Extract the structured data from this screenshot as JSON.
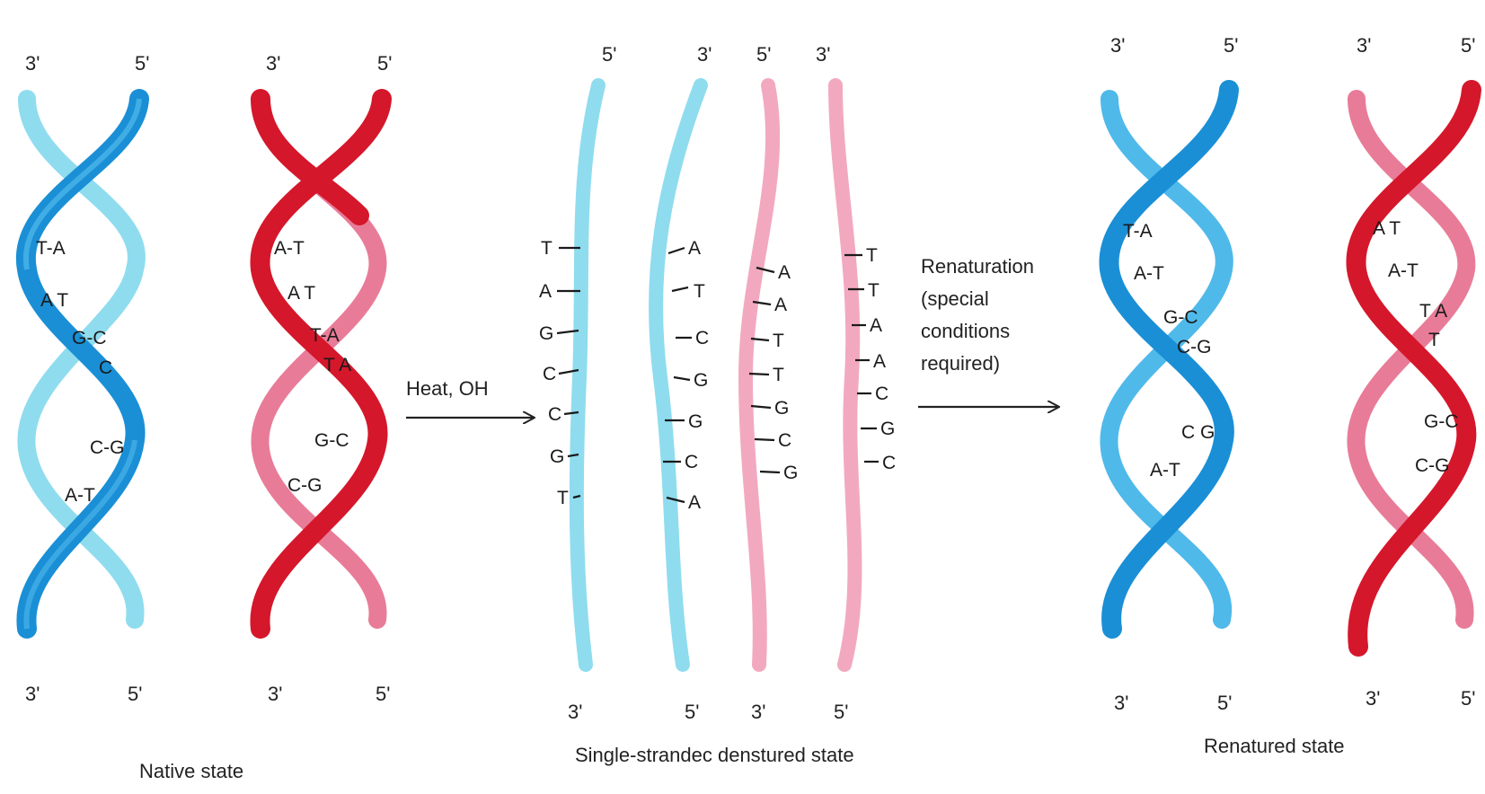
{
  "colors": {
    "blue_dark": "#1a8fd6",
    "blue_light": "#8fdcef",
    "red_dark": "#d5172b",
    "red_light": "#e87c98",
    "pink_light": "#f2a9c0",
    "text": "#222222"
  },
  "native": {
    "caption": "Native state",
    "blue_helix": {
      "top_labels": [
        "3'",
        "5'"
      ],
      "bottom_labels": [
        "3'",
        "5'"
      ],
      "pairs": [
        "T-A",
        "A  T",
        "G-C",
        "C",
        "C-G",
        "A-T"
      ]
    },
    "red_helix": {
      "top_labels": [
        "3'",
        "5'"
      ],
      "bottom_labels": [
        "3'",
        "5'"
      ],
      "pairs": [
        "A-T",
        "A  T",
        "T-A",
        "T  A",
        "G-C",
        "C-G"
      ]
    }
  },
  "denature_arrow": {
    "label": "Heat, OH"
  },
  "denatured": {
    "caption": "Single-strandec denstured state",
    "strands": [
      {
        "top": "5'",
        "bottom": "3'",
        "bases": [
          "T",
          "A",
          "G",
          "C",
          "C",
          "G",
          "T"
        ]
      },
      {
        "top": "3'",
        "bottom": "5'",
        "bases": [
          "A",
          "T",
          "C",
          "G",
          "G",
          "C",
          "A"
        ]
      },
      {
        "top": "5'",
        "bottom": "3'",
        "bases": [
          "A",
          "A",
          "T",
          "T",
          "G",
          "C",
          "G"
        ]
      },
      {
        "top": "3'",
        "bottom": "5'",
        "bases": [
          "T",
          "T",
          "A",
          "A",
          "C",
          "G",
          "C"
        ]
      }
    ]
  },
  "renature_arrow": {
    "label_lines": [
      "Renaturation",
      "(special",
      "conditions",
      "required)"
    ]
  },
  "renatured": {
    "caption": "Renatured state",
    "blue_helix": {
      "top_labels": [
        "3'",
        "5'"
      ],
      "bottom_labels": [
        "3'",
        "5'"
      ],
      "pairs": [
        "T-A",
        "A-T",
        "G-C",
        "C-G",
        "C G",
        "A-T"
      ]
    },
    "red_helix": {
      "top_labels": [
        "3'",
        "5'"
      ],
      "bottom_labels": [
        "3'",
        "5'"
      ],
      "pairs": [
        "A T",
        "A-T",
        "T A",
        "T",
        "G-C",
        "C-G"
      ]
    }
  }
}
